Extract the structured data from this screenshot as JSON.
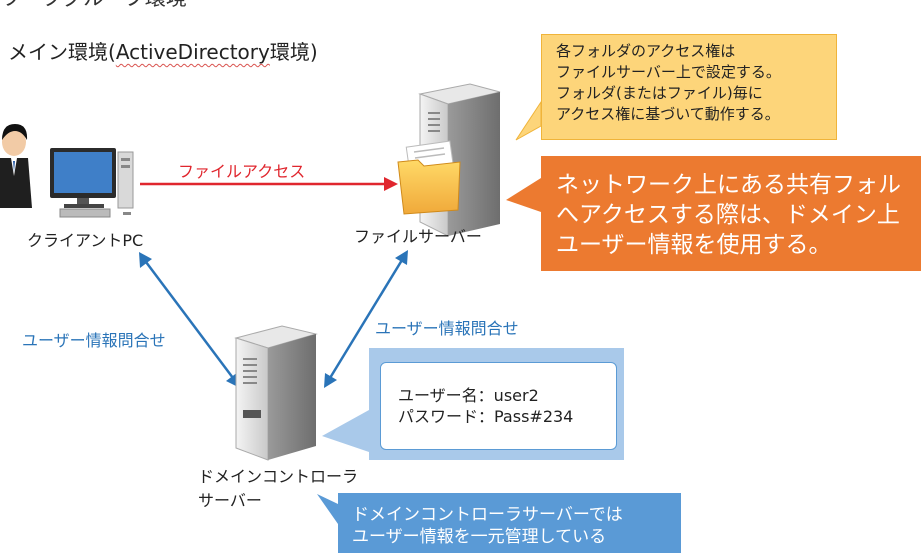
{
  "page": {
    "top_title_partial": "ワークグループ環境",
    "main_title_prefix": "メイン環境(",
    "main_title_ad": "ActiveDirectory",
    "main_title_suffix": "環境)"
  },
  "nodes": {
    "client_label": "クライアントPC",
    "file_server_label": "ファイルサーバー",
    "dc_label_line1": "ドメインコントローラ",
    "dc_label_line2": "サーバー"
  },
  "arrows": {
    "file_access": "ファイルアクセス",
    "user_query_left": "ユーザー情報問合せ",
    "user_query_right": "ユーザー情報問合せ"
  },
  "callouts": {
    "yellow": [
      "各フォルダのアクセス権は",
      "ファイルサーバー上で設定する。",
      "フォルダ(またはファイル)毎に",
      "アクセス権に基づいて動作する。"
    ],
    "orange": [
      "ネットワーク上にある共有フォル",
      "へアクセスする際は、ドメイン上",
      "ユーザー情報を使用する。"
    ],
    "credentials": [
      "ユーザー名：user2",
      "パスワード：Pass#234"
    ],
    "bottom": [
      "ドメインコントローラサーバーでは",
      "ユーザー情報を一元管理している"
    ]
  },
  "colors": {
    "file_access_arrow": "#e0262e",
    "query_arrow": "#2a74b8",
    "yellow_note": "#fdd57a",
    "orange_note": "#ec7a30",
    "blue_panel": "#a9c9ea",
    "bottom_note": "#5a9ad6"
  }
}
